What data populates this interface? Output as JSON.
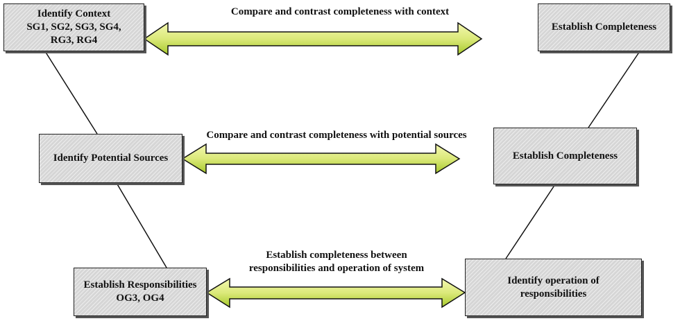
{
  "boxes": {
    "identify_context": "Identify Context\nSG1, SG2, SG3, SG4,\nRG3, RG4",
    "establish_completeness_top": "Establish Completeness",
    "identify_potential_sources": "Identify Potential Sources",
    "establish_completeness_mid": "Establish Completeness",
    "establish_responsibilities": "Establish Responsibilities\nOG3, OG4",
    "identify_operation": "Identify operation of\nresponsibilities"
  },
  "arrows": {
    "top": "Compare and contrast completeness with context",
    "middle": "Compare and contrast completeness with potential sources",
    "bottom": "Establish completeness between\nresponsibilities and operation of system"
  },
  "colors": {
    "arrow_fill_light": "#f4f8b0",
    "arrow_fill_dark": "#a6c92a",
    "box_fill": "#d6d6d6"
  }
}
